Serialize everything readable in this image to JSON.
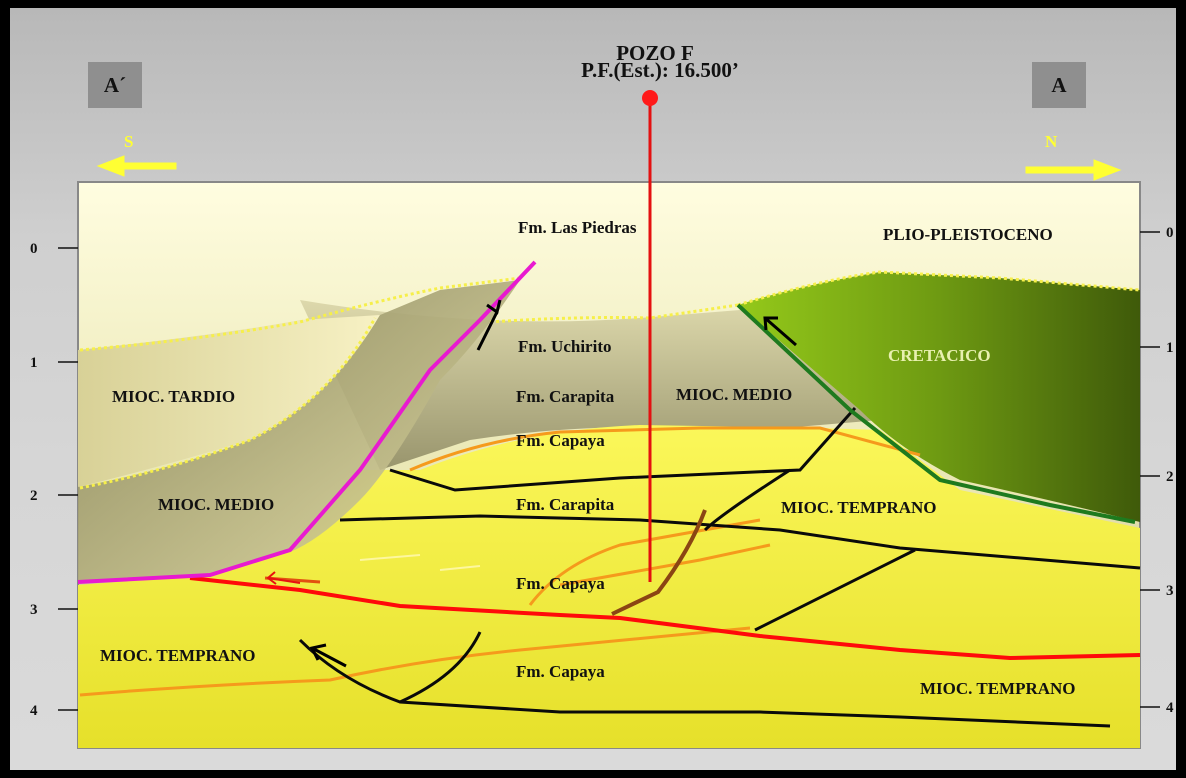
{
  "well": {
    "name": "POZO F",
    "depth_label": "P.F.(Est.): 16.500’"
  },
  "section_ends": {
    "left": "A´",
    "right": "A"
  },
  "directions": {
    "left": "S",
    "right": "N"
  },
  "depth_scale": {
    "left": [
      "0",
      "1",
      "2",
      "3",
      "4"
    ],
    "right": [
      "0",
      "1",
      "2",
      "3",
      "4"
    ]
  },
  "units": [
    "Fm. Las Piedras",
    "PLIO-PLEISTOCENO",
    "Fm. Uchirito",
    "CRETACICO",
    "MIOC. TARDIO",
    "Fm. Carapita",
    "MIOC. MEDIO",
    "Fm. Capaya",
    "MIOC. MEDIO",
    "Fm. Carapita",
    "MIOC. TEMPRANO",
    "Fm. Capaya",
    "MIOC. TEMPRANO",
    "Fm. Capaya",
    "MIOC. TEMPRANO"
  ],
  "colors": {
    "frame": "#000000",
    "background": "#d4d4d4",
    "well_line": "#e41010",
    "arrows": "#ffff33",
    "fault_magenta": "#e81ad0",
    "fault_green": "#1e7a1e",
    "thrust_red": "#ff0a0a",
    "cretacico_green": "#5e8a10",
    "yellow_fill": "#eeec2e"
  }
}
